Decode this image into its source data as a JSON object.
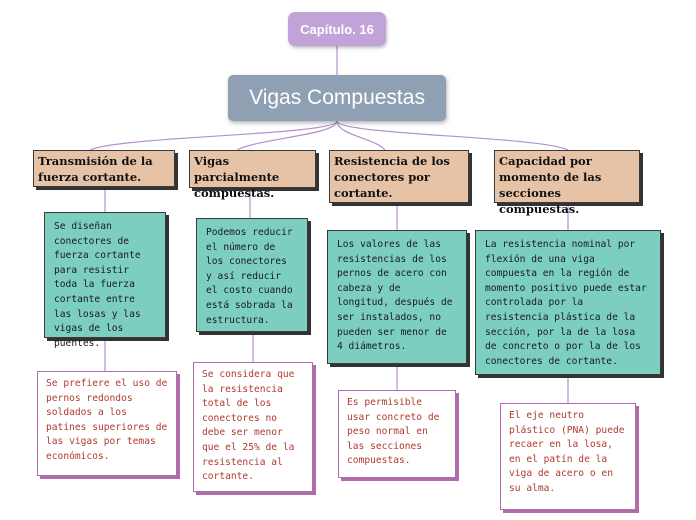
{
  "chapter": {
    "label": "Capítulo. 16"
  },
  "title": {
    "label": "Vigas Compuestas"
  },
  "branches": [
    {
      "topic": "Transmisión de la fuerza cortante.",
      "detail": "Se diseñan conectores de fuerza cortante para resistir toda la fuerza cortante entre las losas y las vigas de los puentes.",
      "note": "Se prefiere el uso de pernos redondos soldados a los patines superiores de las vigas por temas económicos."
    },
    {
      "topic": "Vigas parcialmente compuestas.",
      "detail": "Podemos reducir el número de los conectores y así reducir el costo cuando está sobrada la estructura.",
      "note": "Se considera que la resistencia total de los conectores no debe ser menor que el 25% de la resistencia al cortante."
    },
    {
      "topic": "Resistencia de los conectores por cortante.",
      "detail": "Los valores de las resistencias de los pernos de acero con cabeza y de longitud, después de ser instalados, no pueden ser menor de 4 diámetros.",
      "note": "Es permisible usar concreto de peso normal  en las secciones compuestas."
    },
    {
      "topic": "Capacidad por momento de las secciones compuestas.",
      "detail": "La resistencia nominal por flexión de una viga compuesta en la región de momento positivo puede estar controlada por la resistencia plástica de la sección, por la de la losa de concreto o por la de los conectores de cortante.",
      "note": "El eje neutro plástico (PNA) puede recaer en la losa, en el patín de la viga de acero o en su alma."
    }
  ],
  "colors": {
    "chapter": "#c1a3d8",
    "title": "#8f9fb4",
    "topic": "#e6c3a6",
    "detail": "#7ccfc0",
    "note_border": "#b06caa",
    "note_text": "#b03a2e",
    "connector": "#b48fcf"
  }
}
